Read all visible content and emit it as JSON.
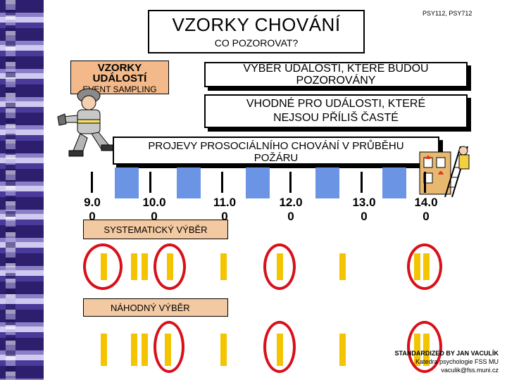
{
  "header": {
    "title": "VZORKY CHOVÁNÍ",
    "course_codes": "PSY112, PSY712",
    "subtitle": "CO POZOROVAT?"
  },
  "event_sampling": {
    "label_line1": "VZORKY",
    "label_line2": "UDÁLOSTÍ",
    "label_en": "EVENT SAMPLING"
  },
  "boxes": {
    "selection": "VÝBĚR UDÁLOSTÍ, KTERÉ BUDOU POZOROVÁNY",
    "suitable": "VHODNÉ PRO UDÁLOSTI, KTERÉ NEJSOU PŘÍLIŠ ČASTÉ",
    "prosocial": "PROJEVY PROSOCIÁLNÍHO CHOVÁNÍ V PRŮBĚHU POŽÁRU"
  },
  "timeline": {
    "times": [
      "9.0\n0",
      "10.0\n0",
      "11.0\n0",
      "12.0\n0",
      "13.0\n0",
      "14.0\n0"
    ]
  },
  "labels": {
    "systematic": "SYSTEMATICKÝ VÝBĚR",
    "random": "NÁHODNÝ VÝBĚR"
  },
  "footer": {
    "line1": "STANDARDIZED BY JAN VACULÍK",
    "line2": "Katedra psychologie FSS MU",
    "line3": "vaculik@fss.muni.cz"
  },
  "icons": {
    "firefighter": "firefighter-clipart-icon",
    "burning_house": "burning-house-clipart-icon"
  },
  "colors": {
    "accent_blue": "#6b95e4",
    "marker_yellow": "#f4c400",
    "ring_red": "#d8101a",
    "label_fill": "#f3c9a2"
  }
}
